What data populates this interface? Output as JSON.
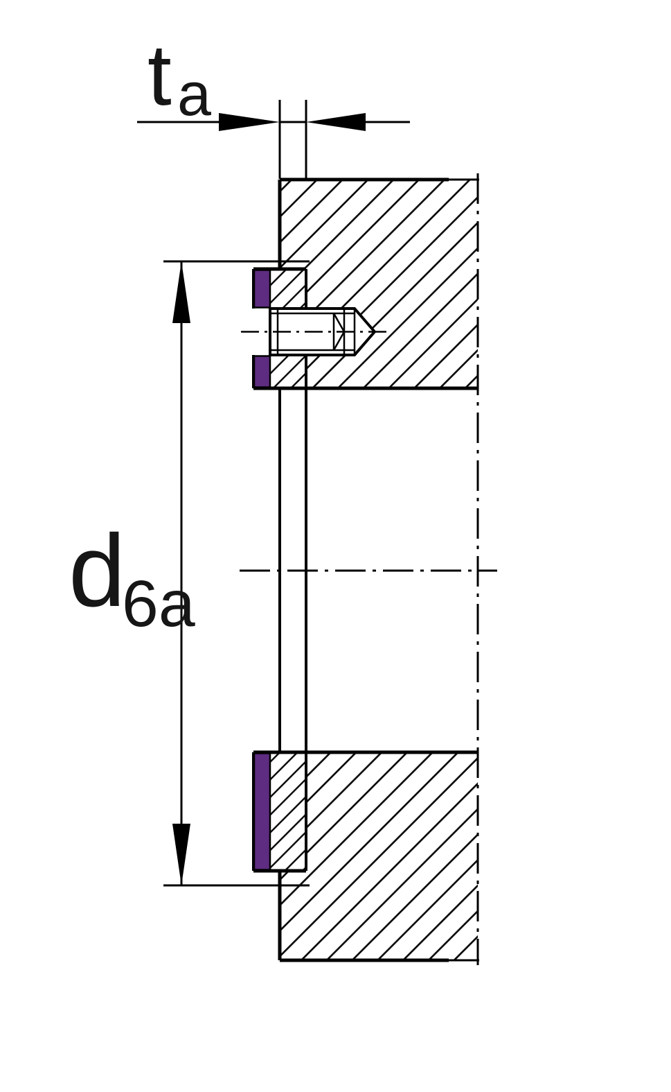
{
  "figure": {
    "background_color": "#ffffff",
    "line_color": "#000000",
    "washer_color": "#5e2c80",
    "dimensions": {
      "thickness": {
        "symbol": "t",
        "subscript": "a"
      },
      "diameter": {
        "symbol": "d",
        "subscript": "6a"
      }
    }
  }
}
